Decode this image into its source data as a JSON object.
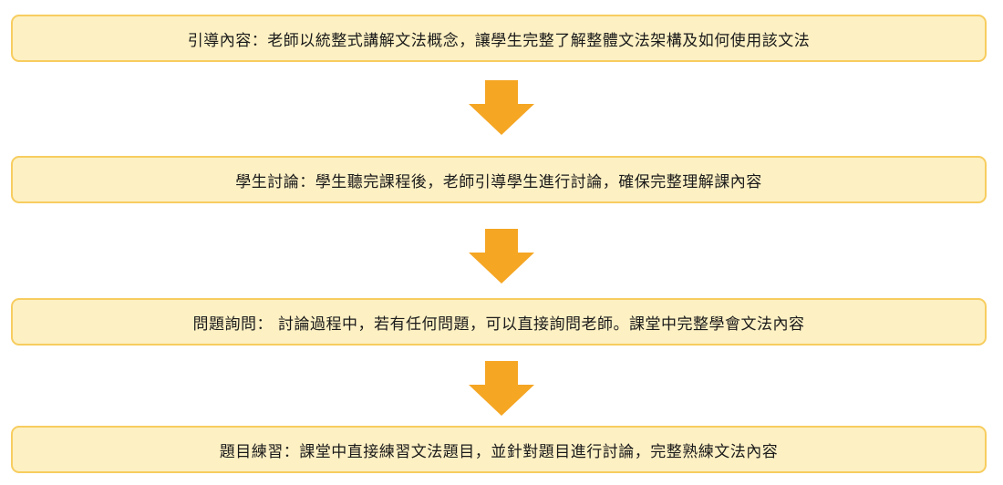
{
  "flow": {
    "steps": [
      {
        "text": "引導內容：老師以統整式講解文法概念，讓學生完整了解整體文法架構及如何使用該文法"
      },
      {
        "text": "學生討論：學生聽完課程後，老師引導學生進行討論，確保完整理解課內容"
      },
      {
        "text": "問題詢問： 討論過程中，若有任何問題，可以直接詢問老師。課堂中完整學會文法內容"
      },
      {
        "text": "題目練習：課堂中直接練習文法題目，並針對題目進行討論，完整熟練文法內容"
      }
    ],
    "colors": {
      "box_fill": "#fdf0c3",
      "box_border": "#f7cd5f",
      "arrow": "#f5a623"
    },
    "connector_icon": "arrow-down-icon"
  }
}
